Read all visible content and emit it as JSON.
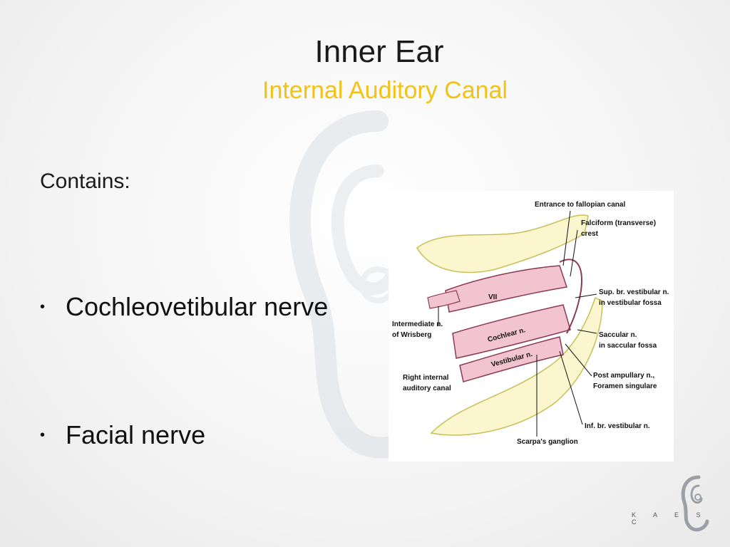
{
  "slide": {
    "title": "Inner Ear",
    "subtitle": "Internal Auditory Canal",
    "contains_label": "Contains:",
    "bullets": [
      "Cochleovetibular nerve",
      "Facial nerve"
    ],
    "accent_color": "#f2c214"
  },
  "figure": {
    "labels": {
      "entrance": "Entrance to fallopian canal",
      "falciform1": "Falciform (transverse)",
      "falciform2": "crest",
      "vii": "VII",
      "intermediate1": "Intermediate n.",
      "intermediate2": "of Wrisberg",
      "cochlear": "Cochlear n.",
      "vestibular": "Vestibular n.",
      "sup1": "Sup. br. vestibular n.",
      "sup2": "in vestibular fossa",
      "saccular1": "Saccular n.",
      "saccular2": "in saccular fossa",
      "post1": "Post ampullary n.,",
      "post2": "Foramen singulare",
      "inf": "Inf. br. vestibular n.",
      "right1": "Right internal",
      "right2": "auditory canal",
      "scarpa": "Scarpa's ganglion"
    }
  },
  "logo": {
    "letters": "K A E S C"
  }
}
